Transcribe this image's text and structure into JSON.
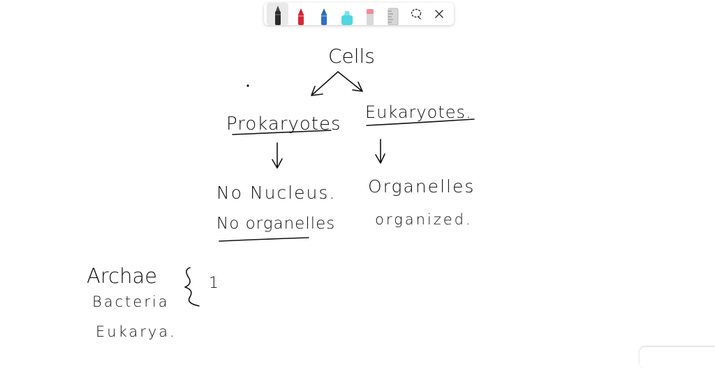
{
  "toolbar": {
    "tools": [
      {
        "name": "black-pen",
        "color": "#2a2a2a",
        "selected": true
      },
      {
        "name": "red-pen",
        "color": "#d42a38",
        "selected": false
      },
      {
        "name": "blue-pen",
        "color": "#2f6fc2",
        "selected": false
      },
      {
        "name": "cyan-highlighter",
        "color": "#4fd6e0",
        "selected": false
      },
      {
        "name": "pink-highlighter",
        "color": "#f08a96",
        "selected": false
      },
      {
        "name": "ruler",
        "color": "#c9c9c9",
        "selected": false
      },
      {
        "name": "lasso-select",
        "icon": "lasso-icon"
      },
      {
        "name": "close",
        "icon": "close-icon"
      }
    ]
  },
  "notes": {
    "root": "Cells",
    "left_branch": "Prokaryotes",
    "right_branch": "Eukaryotes.",
    "left_line1": "No Nucleus.",
    "left_line2": "No organelles",
    "right_line1": "Organelles",
    "right_line2": "organized.",
    "domains": [
      "Archae",
      "Bacteria",
      "Eukarya."
    ],
    "brace_mark": "1"
  }
}
